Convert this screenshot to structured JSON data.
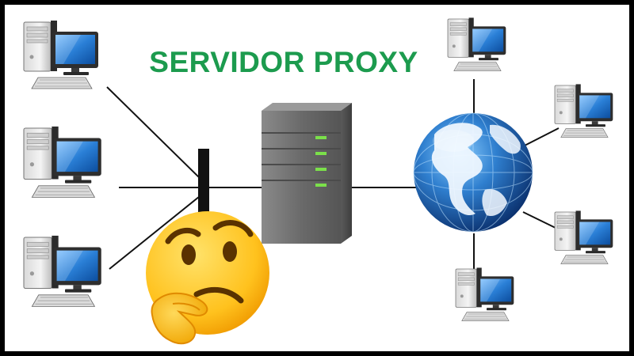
{
  "diagram": {
    "title": "SERVIDOR PROXY",
    "colors": {
      "title": "#1c9b4e",
      "border": "#000000",
      "background": "#ffffff",
      "link_line": "#111111",
      "server_body": "#6e6e6e",
      "server_led": "#7be04a",
      "monitor_screen": "#2a7fd6",
      "globe_ocean": "#1f5fb0",
      "globe_land": "#e8f4ff",
      "emoji_face": "#ffc928"
    },
    "nodes": {
      "left_clients": [
        "client-computer",
        "client-computer",
        "client-computer"
      ],
      "firewall": "firewall-bar",
      "proxy": "proxy-server-tower",
      "internet": "internet-globe",
      "right_clients": [
        "remote-computer",
        "remote-computer",
        "remote-computer",
        "remote-computer"
      ],
      "emoji": "thinking-face-emoji"
    }
  }
}
